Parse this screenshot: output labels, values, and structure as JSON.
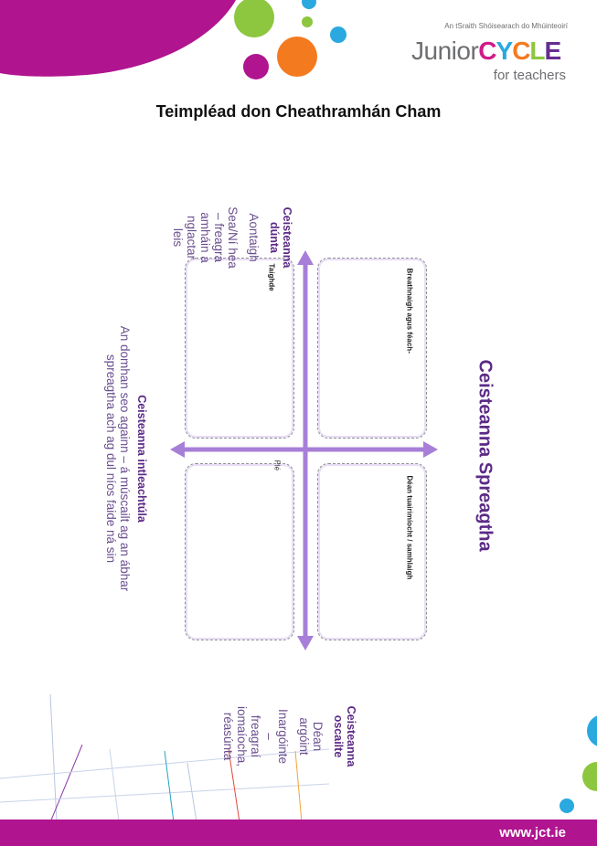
{
  "header": {
    "org_name": "An tSraith Shóisearach do Mhúinteoirí",
    "logo_junior": "Junior",
    "logo_cycle": [
      "C",
      "Y",
      "C",
      "L",
      "E"
    ],
    "logo_cycle_colors": [
      "#d11a8a",
      "#2aa8e0",
      "#f47a20",
      "#8dc63f",
      "#662d91"
    ],
    "logo_sub": "for teachers"
  },
  "title": "Teimpléad don Cheathramhán Cham",
  "diagram": {
    "main_heading": "Ceisteanna Spreagtha",
    "quadrants": {
      "top_left": "Taighde",
      "top_right": "Breathnaigh agus féach-",
      "bottom_left": "Plé",
      "bottom_right": "Déan tuairimíocht / samhlaigh"
    },
    "closed": {
      "heading": "Ceisteanna dúnta",
      "lines": [
        "Aontaigh",
        "Sea/Ní hea",
        "– freagra",
        "amháin a",
        "nglactar",
        "leis"
      ]
    },
    "open": {
      "heading": "Ceisteanna oscailte",
      "lines": [
        "Déan",
        "argóint",
        "Inargóinte",
        "–",
        "freagraí",
        "iomaíocha,",
        "réasúnta"
      ]
    },
    "intellectual": {
      "heading": "Ceisteanna intleachtúla",
      "lines": [
        "An domhan seo againn – á múscailt ag an ábhar",
        "spreagtha ach ag dul níos faide ná sin"
      ]
    }
  },
  "footer": {
    "url": "www.jct.ie"
  },
  "colors": {
    "magenta": "#b0148f",
    "purple_text": "#5b2a86",
    "arrow": "#a77fd8"
  }
}
